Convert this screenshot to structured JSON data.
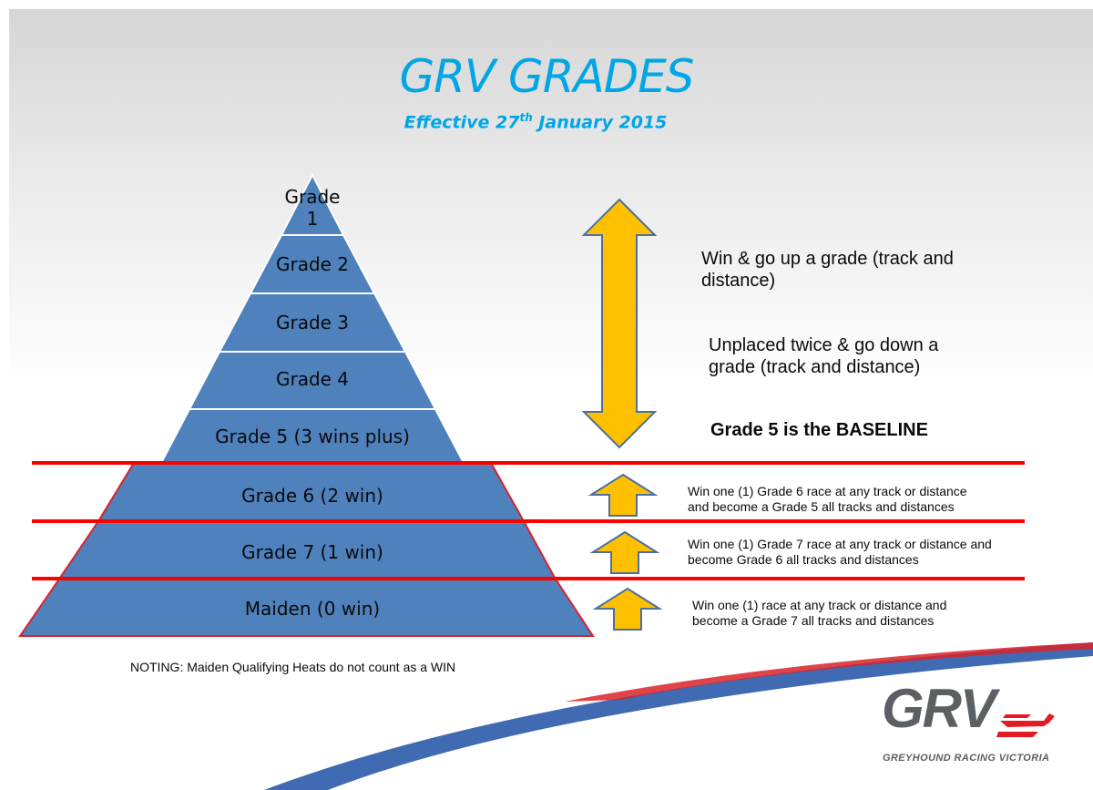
{
  "title": "GRV GRADES",
  "subtitle": {
    "prefix": "Effective 27",
    "sup": "th",
    "suffix": " January 2015"
  },
  "pyramid_levels": [
    {
      "label_line1": "Grade",
      "label_line2": "1"
    },
    {
      "label": "Grade 2"
    },
    {
      "label": "Grade 3"
    },
    {
      "label": "Grade 4"
    },
    {
      "label": "Grade 5 (3 wins plus)"
    },
    {
      "label": "Grade 6 (2 win)"
    },
    {
      "label": "Grade 7 (1 win)"
    },
    {
      "label": "Maiden (0 win)"
    }
  ],
  "rules": {
    "up": {
      "line1": "Win & go up a grade (track and",
      "line2": "distance)"
    },
    "down": {
      "line1": "Unplaced twice & go down a",
      "line2": "grade (track and distance)"
    },
    "baseline": "Grade 5 is the BASELINE",
    "grade6": {
      "line1": "Win one (1) Grade 6 race at any track or distance",
      "line2": "and become a Grade 5 all tracks and distances"
    },
    "grade7": {
      "line1": "Win one (1) Grade 7 race at any track or distance and",
      "line2": "become Grade 6 all tracks and distances"
    },
    "maiden": {
      "line1": "Win one (1) race at any track or distance and",
      "line2": "become a Grade 7 all tracks and distances"
    }
  },
  "note": "NOTING: Maiden Qualifying Heats do not count as a WIN",
  "logo": {
    "word": "GRV",
    "tagline": "GREYHOUND RACING VICTORIA"
  },
  "colors": {
    "title": "#00a6e6",
    "pyramid_fill": "#4f81bd",
    "arrow_fill": "#ffc000",
    "arrow_outline": "#4a6fa0",
    "divider": "#ff0000",
    "logo_grey": "#5c5f64",
    "logo_red": "#e31b23"
  }
}
